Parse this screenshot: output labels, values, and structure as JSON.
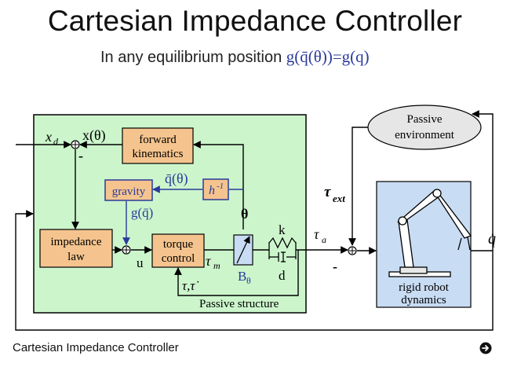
{
  "header": {
    "title": "Cartesian Impedance Controller",
    "subtitle_text": "In any equilibrium position ",
    "subtitle_formula": "g(q̄(θ))=g(q)"
  },
  "diagram": {
    "blocks": {
      "forward_kinematics": [
        "forward",
        "kinematics"
      ],
      "gravity": "gravity",
      "h_inverse": "h",
      "h_inverse_sup": "-1",
      "impedance_law": [
        "impedance",
        "law"
      ],
      "torque_control": [
        "torque",
        "control"
      ],
      "passive_environment": [
        "Passive",
        "environment"
      ],
      "robot": [
        "rigid robot",
        "dynamics"
      ]
    },
    "labels": {
      "x_d": "x",
      "x_d_sub": "d",
      "x_theta": "x(θ)",
      "minus_top": "-",
      "q_bar_theta": "q̄(θ)",
      "g_q_bar": "g(q̄)",
      "theta": "θ",
      "u": "u",
      "tau_m": "τ",
      "tau_m_sub": "m",
      "B_theta": "B",
      "B_theta_sub": "θ",
      "k": "k",
      "d": "d",
      "tau_a": "τ",
      "tau_a_sub": "a",
      "tau_ext": "τ",
      "tau_ext_sub": "ext",
      "tau_feedback": "τ,τ̇",
      "passive_structure": "Passive structure",
      "q_dot": "q̇",
      "minus_bottom": "-"
    },
    "colors": {
      "passive_region": "#ccf5cc",
      "block_fill": "#f5c48e",
      "environment_fill": "#e6e6e6",
      "robot_fill": "#c8dcf3",
      "inner_line": "#2a3a9a"
    }
  },
  "footer": {
    "caption": "Cartesian Impedance Controller",
    "next_icon": "arrow-circle-right-icon"
  }
}
